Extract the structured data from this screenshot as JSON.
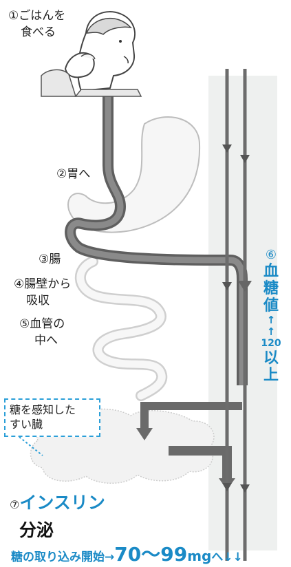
{
  "steps": {
    "s1": {
      "num": "①",
      "line1": "ごはんを",
      "line2": "食べる"
    },
    "s2": {
      "num": "②",
      "text": "胃へ"
    },
    "s3": {
      "num": "③",
      "text": "腸"
    },
    "s4": {
      "num": "④",
      "line1": "腸壁から",
      "line2": "吸収"
    },
    "s5": {
      "num": "⑤",
      "line1": "血管の",
      "line2": "中へ"
    },
    "s6": {
      "num": "⑥",
      "c1": "血",
      "c2": "糖",
      "c3": "値",
      "arr1": "↑",
      "arr2": "↑",
      "n120": "120",
      "c4": "以",
      "c5": "上"
    },
    "s7": {
      "num": "⑦",
      "line1": "インスリン",
      "line2": "分泌"
    }
  },
  "callout": {
    "line1": "糖を感知した",
    "line2": "すい臓"
  },
  "caption": {
    "pre": "糖の取り込み開始→",
    "range": "70〜99",
    "unit": "mg",
    "post": "へ↓↓"
  },
  "colors": {
    "blue": "#1a8ac6",
    "dark_path": "#6a6a6a",
    "vessel": "#eef0ef"
  }
}
